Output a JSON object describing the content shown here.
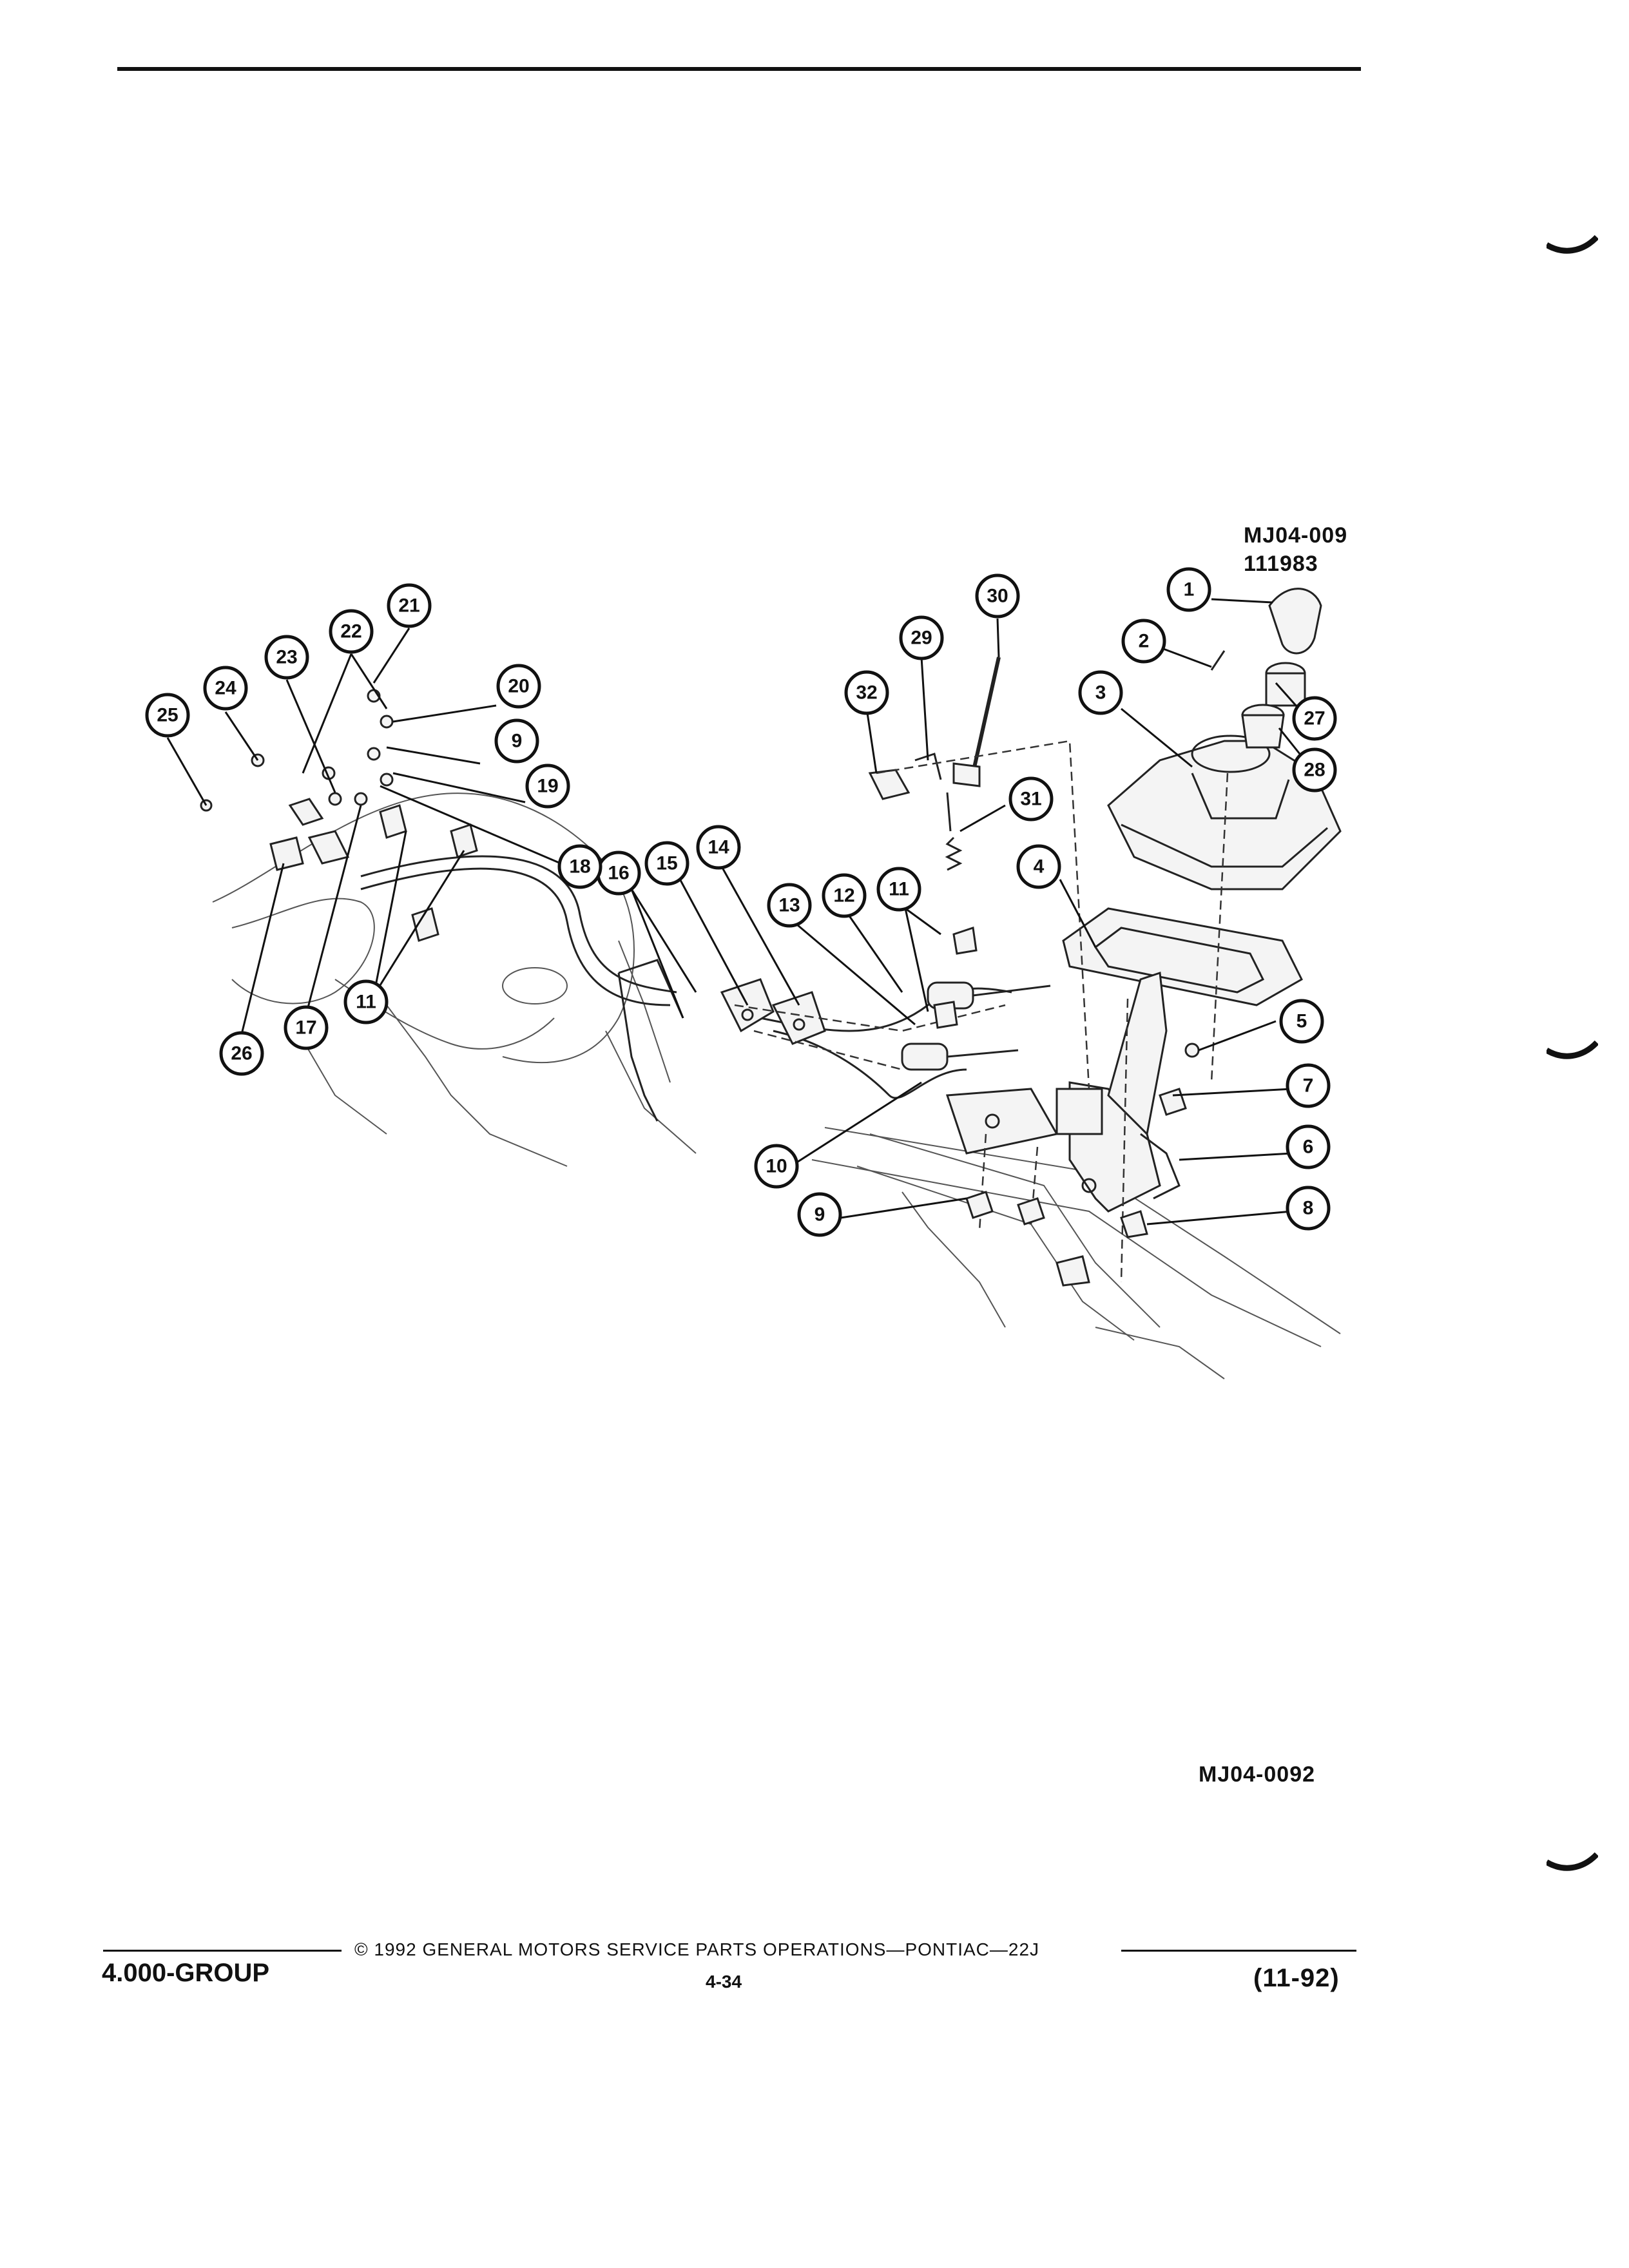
{
  "header": {
    "figure_id_top": "MJ04-009",
    "figure_code": "111983"
  },
  "figure": {
    "figure_id_bottom": "MJ04-0092",
    "callouts": [
      {
        "n": "1"
      },
      {
        "n": "2"
      },
      {
        "n": "3"
      },
      {
        "n": "4"
      },
      {
        "n": "5"
      },
      {
        "n": "6"
      },
      {
        "n": "7"
      },
      {
        "n": "8"
      },
      {
        "n": "9"
      },
      {
        "n": "9"
      },
      {
        "n": "10"
      },
      {
        "n": "11"
      },
      {
        "n": "11"
      },
      {
        "n": "12"
      },
      {
        "n": "13"
      },
      {
        "n": "14"
      },
      {
        "n": "15"
      },
      {
        "n": "16"
      },
      {
        "n": "17"
      },
      {
        "n": "18"
      },
      {
        "n": "19"
      },
      {
        "n": "20"
      },
      {
        "n": "21"
      },
      {
        "n": "22"
      },
      {
        "n": "23"
      },
      {
        "n": "24"
      },
      {
        "n": "25"
      },
      {
        "n": "26"
      },
      {
        "n": "27"
      },
      {
        "n": "28"
      },
      {
        "n": "29"
      },
      {
        "n": "30"
      },
      {
        "n": "31"
      },
      {
        "n": "32"
      }
    ]
  },
  "footer": {
    "group": "4.000-GROUP",
    "copyright": "© 1992 GENERAL MOTORS SERVICE PARTS OPERATIONS—PONTIAC—22J",
    "page": "4-34",
    "date_code": "(11-92)"
  }
}
